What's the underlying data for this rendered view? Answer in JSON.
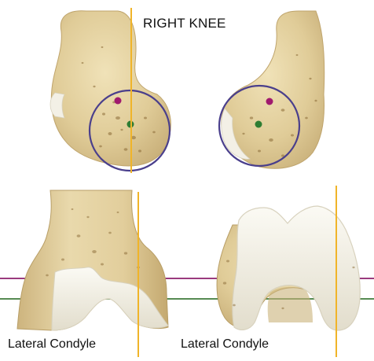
{
  "title": "RIGHT KNEE",
  "captions": {
    "left": "Lateral Condyle",
    "right": "Lateral Condyle"
  },
  "colors": {
    "bone": "#E3D2A4",
    "bone_shadow": "#C9B27A",
    "cartilage": "#F1EEE4",
    "reference_line": "#F0B429",
    "circle": "#4A3F8C",
    "upper_axis": "#8B1F6B",
    "lower_axis": "#3E7A3A",
    "pore": "#8A6A36"
  },
  "markers": [
    {
      "name": "upper-marker",
      "color": "#A01A6E"
    },
    {
      "name": "lower-marker",
      "color": "#2E7D32"
    }
  ]
}
